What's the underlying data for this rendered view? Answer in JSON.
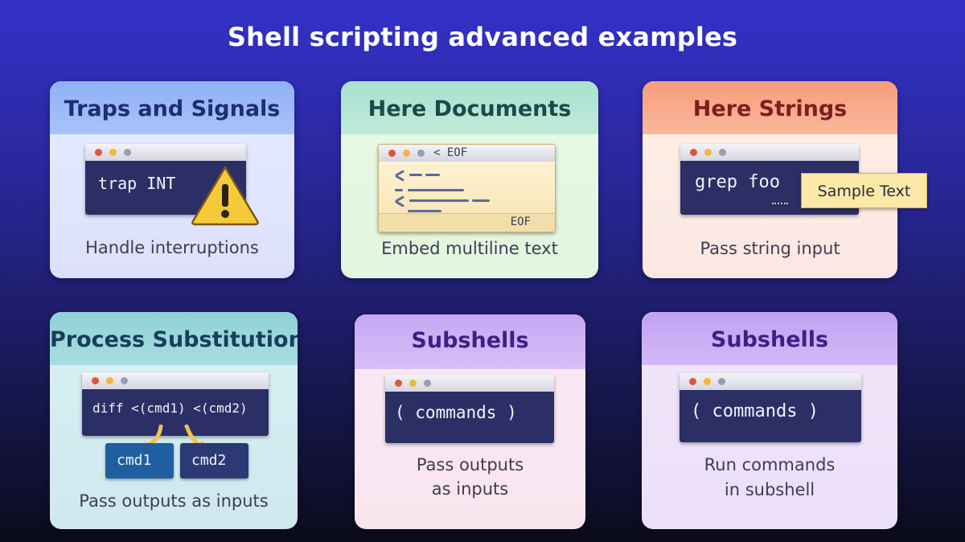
{
  "title": "Shell scripting advanced examples",
  "colors": {
    "background_top": "#3331c8",
    "background_bottom": "#0b0b1c",
    "terminal_body": "#2b2f66"
  },
  "cards": [
    {
      "heading": "Traps and Signals",
      "code": "trap INT",
      "icon": "warning-icon",
      "caption": "Handle interruptions"
    },
    {
      "heading": "Here Documents",
      "window_label": "< EOF",
      "footer_label": "EOF",
      "icon": "note-lines-icon",
      "caption": "Embed multiline text"
    },
    {
      "heading": "Here Strings",
      "code": "grep foo",
      "tag": "Sample Text",
      "caption": "Pass string input"
    },
    {
      "heading": "Process Substitution",
      "code": "diff <(cmd1) <(cmd2)",
      "chips": [
        "cmd1",
        "cmd2"
      ],
      "caption": "Pass outputs as inputs"
    },
    {
      "heading": "Subshells",
      "code": "( commands )",
      "caption_lines": [
        "Pass outputs",
        "as inputs"
      ]
    },
    {
      "heading": "Subshells",
      "code": "( commands )",
      "caption_lines": [
        "Run commands",
        "in subshell"
      ]
    }
  ]
}
